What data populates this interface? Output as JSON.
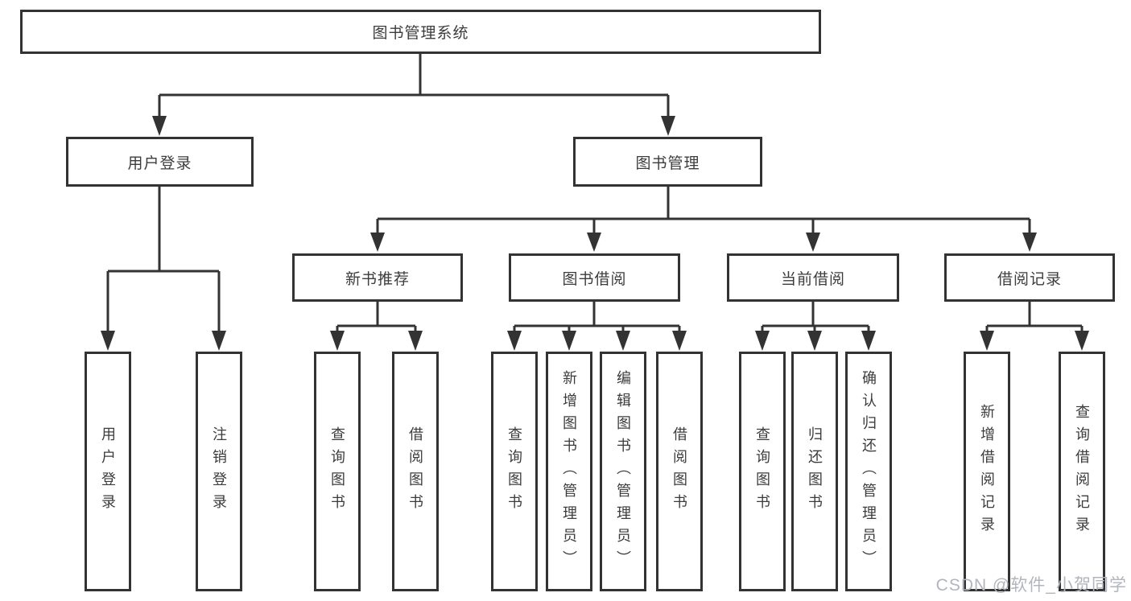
{
  "diagram": {
    "root": {
      "label": "图书管理系统"
    },
    "level2": {
      "user_login": {
        "label": "用户登录"
      },
      "book_mgmt": {
        "label": "图书管理"
      }
    },
    "level3": {
      "new_book": {
        "label": "新书推荐"
      },
      "borrow": {
        "label": "图书借阅"
      },
      "current": {
        "label": "当前借阅"
      },
      "records": {
        "label": "借阅记录"
      }
    },
    "leaves": {
      "user_login": [
        "用户登录",
        "注销登录"
      ],
      "new_book": [
        "查询图书",
        "借阅图书"
      ],
      "borrow": [
        "查询图书",
        "新增图书（管理员）",
        "编辑图书（管理员）",
        "借阅图书"
      ],
      "current": [
        "查询图书",
        "归还图书",
        "确认归还（管理员）"
      ],
      "records": [
        "新增借阅记录",
        "查询借阅记录"
      ]
    }
  },
  "watermark": "CSDN @软件_小贺同学",
  "colors": {
    "line": "#333333",
    "border": "#333333",
    "text": "#3c3c3c",
    "watermark": "#b2b5bc",
    "background": "#ffffff"
  }
}
